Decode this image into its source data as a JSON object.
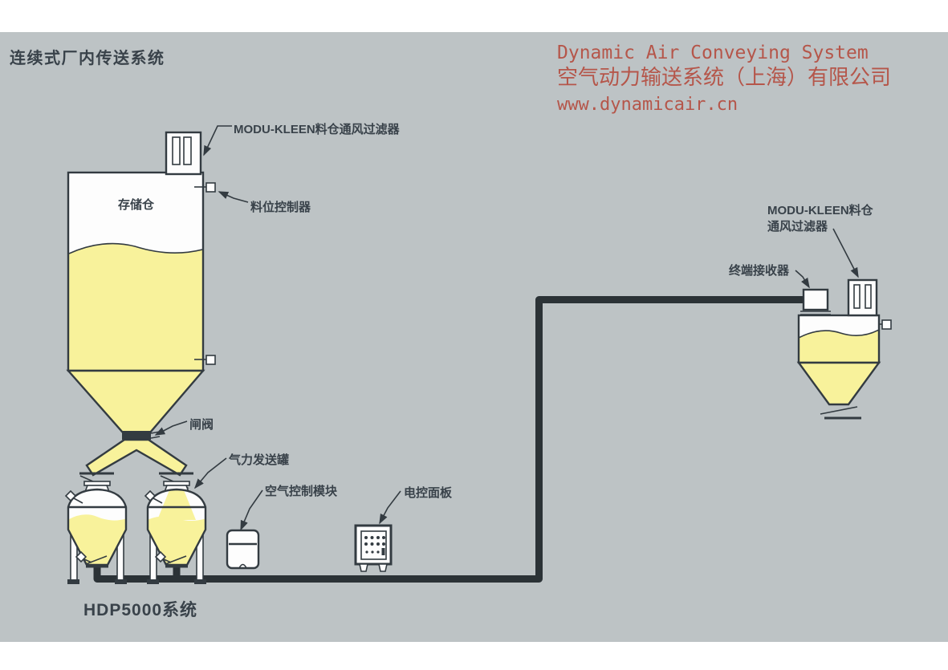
{
  "colors": {
    "paper": "#ffffff",
    "panel": "#bdc3c5",
    "material": "#f8f29b",
    "outline": "#333b41",
    "pipe": "#2b3236",
    "ink": "#39424a",
    "brand": "#b5564a"
  },
  "header": {
    "title": "连续式厂内传送系统"
  },
  "branding": {
    "line1": "Dynamic Air Conveying System",
    "line2": "空气动力输送系统（上海）有限公司",
    "line3": "www.dynamicair.cn"
  },
  "labels": {
    "top_filter": "MODU-KLEEN料仓通风过滤器",
    "level_controller": "料位控制器",
    "storage_silo": "存储仓",
    "gate_valve": "闸阀",
    "transporter": "气力发送罐",
    "air_control_module": "空气控制模块",
    "electric_control_panel": "电控面板",
    "terminal_receiver": "终端接收器",
    "receiver_filter_line1": "MODU-KLEEN料仓",
    "receiver_filter_line2": "通风过滤器",
    "system_name": "HDP5000系统"
  }
}
